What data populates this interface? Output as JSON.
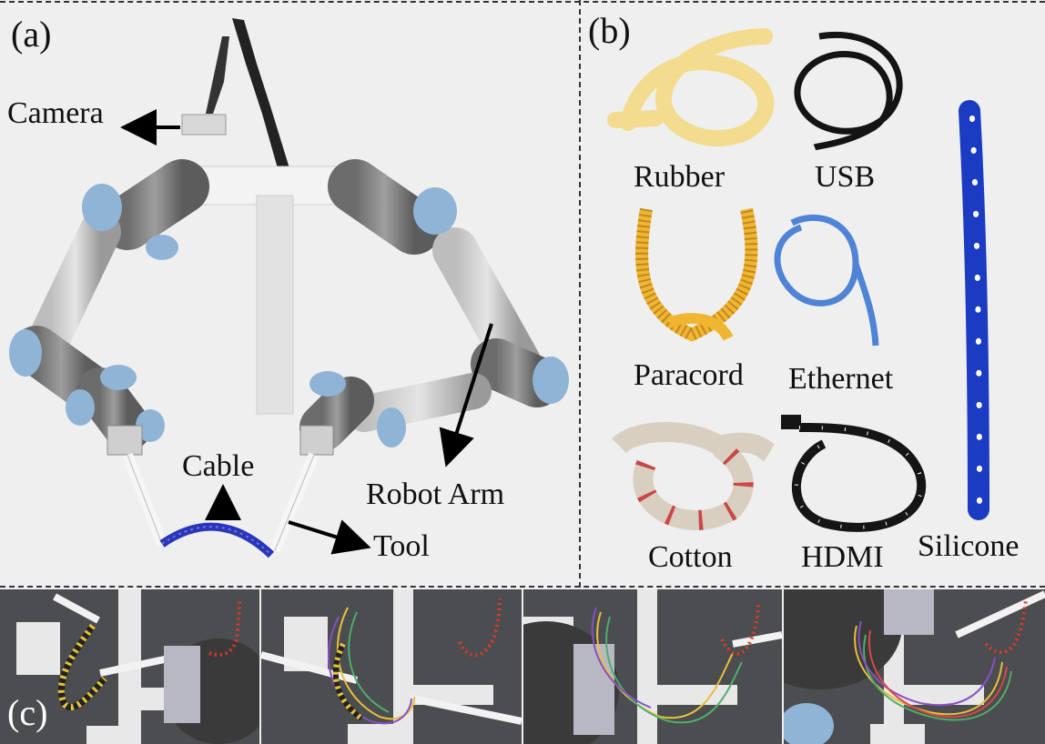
{
  "panels": {
    "a": {
      "label": "(a)",
      "annotations": {
        "camera": "Camera",
        "cable": "Cable",
        "robot_arm": "Robot Arm",
        "tool": "Tool"
      }
    },
    "b": {
      "label": "(b)",
      "cables": [
        "Rubber",
        "USB",
        "Paracord",
        "Ethernet",
        "Cotton",
        "HDMI",
        "Silicone"
      ]
    },
    "c": {
      "label": "(c)"
    }
  },
  "colors": {
    "arm_gray": "#8a8a8a",
    "joint_blue": "#8fb4d6",
    "cable_blue": "#2b35b8",
    "rubber": "#f3dc8e",
    "usb": "#141414",
    "paracord": "#f0b531",
    "ethernet": "#4f83d6",
    "cotton": "#d9cfc1",
    "cotton_stripe": "#c94848",
    "hdmi": "#151515",
    "silicone": "#1b3bc2",
    "target_dots": "#e23a24",
    "board": "#4b4d50"
  }
}
